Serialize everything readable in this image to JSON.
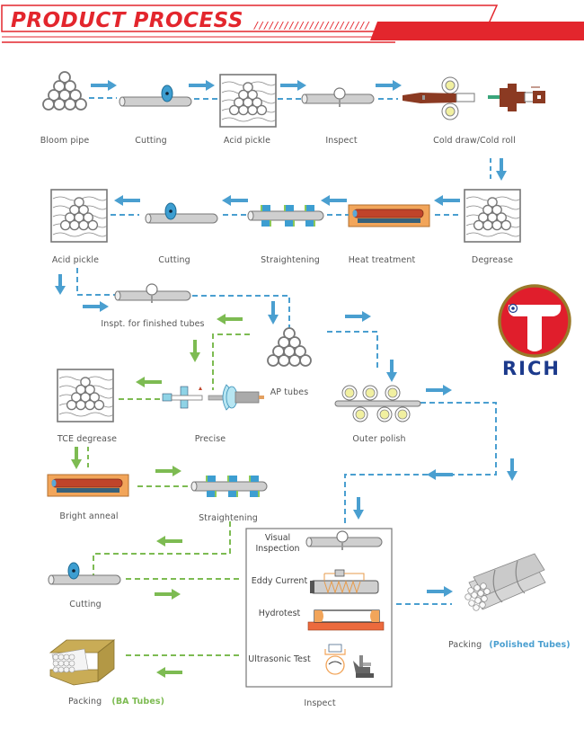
{
  "header": {
    "title": "PRODUCT PROCESS",
    "hatch": "///////////////////////",
    "accent_color": "#e3262d"
  },
  "logo": {
    "brand": "RICH",
    "circle_color": "#e01e2c",
    "ring_color": "#9a7a2a",
    "text_color": "#1c3a8c"
  },
  "colors": {
    "polished_flow": "#4a9fd0",
    "ba_flow": "#7dbb52"
  },
  "steps": {
    "row1": [
      "Bloom pipe",
      "Cutting",
      "Acid pickle",
      "Inspect",
      "Cold draw/Cold roll"
    ],
    "row2": [
      "Acid pickle",
      "Cutting",
      "Straightening",
      "Heat treatment",
      "Degrease"
    ],
    "row3": {
      "inspect_finished": "Inspt. for finished tubes",
      "ap_tubes": "AP tubes",
      "tce_degrease": "TCE degrease",
      "precise": "Precise",
      "outer_polish": "Outer polish"
    },
    "row4": {
      "bright_anneal": "Bright anneal",
      "straightening": "Straightening"
    },
    "row5": {
      "cutting": "Cutting",
      "packing": "Packing",
      "packing_ba_note": "(BA Tubes)",
      "packing_polished": "Packing",
      "packing_polished_note": "(Polished Tubes)"
    },
    "inspect_box": {
      "title": "Inspect",
      "items": [
        "Visual Inspection",
        "Eddy Current",
        "Hydrotest",
        "Ultrasonic Test"
      ]
    }
  }
}
